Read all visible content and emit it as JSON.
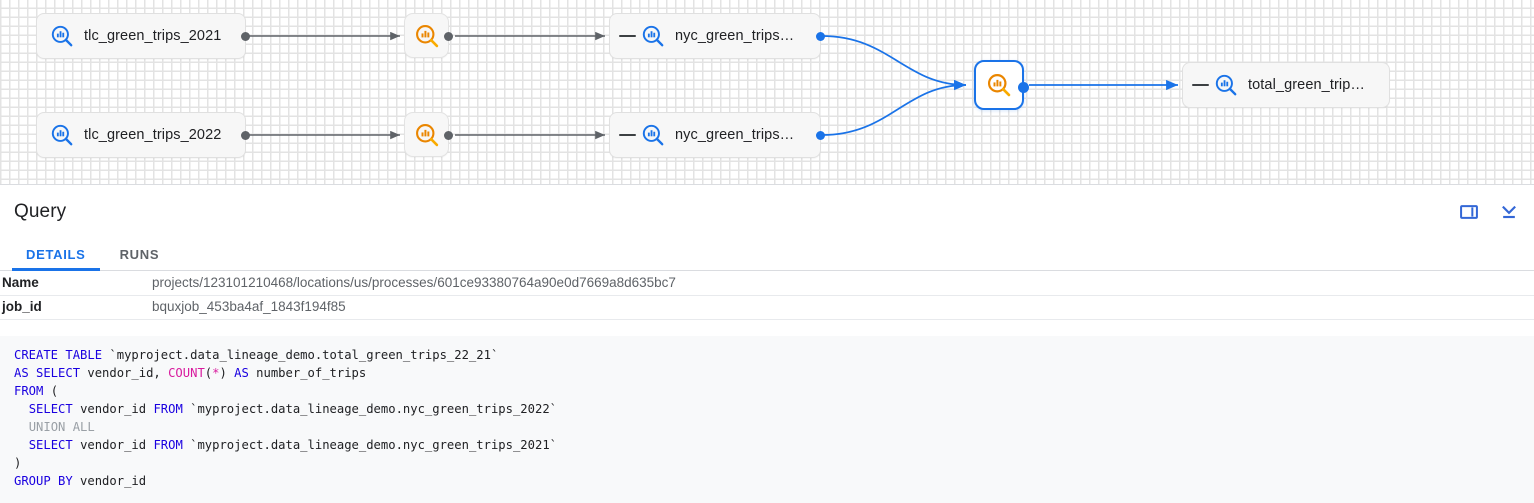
{
  "graph": {
    "nodes": [
      {
        "id": "tlc2021",
        "type": "table",
        "label": "tlc_green_trips_2021",
        "icon": "table-search-icon-blue",
        "collapsible": false
      },
      {
        "id": "tlc2022",
        "type": "table",
        "label": "tlc_green_trips_2022",
        "icon": "table-search-icon-blue",
        "collapsible": false
      },
      {
        "id": "proc1",
        "type": "process",
        "label": "",
        "icon": "process-search-icon-orange",
        "collapsible": false
      },
      {
        "id": "proc2",
        "type": "process",
        "label": "",
        "icon": "process-search-icon-orange",
        "collapsible": false
      },
      {
        "id": "nyc1",
        "type": "table",
        "label": "nyc_green_trips…",
        "icon": "table-search-icon-blue",
        "collapsible": true
      },
      {
        "id": "nyc2",
        "type": "table",
        "label": "nyc_green_trips…",
        "icon": "table-search-icon-blue",
        "collapsible": true
      },
      {
        "id": "procsel",
        "type": "process",
        "label": "",
        "icon": "process-search-icon-orange",
        "collapsible": false,
        "selected": true
      },
      {
        "id": "total",
        "type": "table",
        "label": "total_green_trip…",
        "icon": "table-search-icon-blue",
        "collapsible": true
      }
    ],
    "colors": {
      "edge_gray": "#5f6368",
      "edge_blue": "#1a73e8",
      "icon_blue": "#1a73e8",
      "icon_orange": "#ea8600",
      "selected_border": "#1a73e8"
    }
  },
  "panel": {
    "title": "Query",
    "actions": [
      {
        "name": "side-panel-toggle",
        "icon": "split-panel-icon"
      },
      {
        "name": "collapse-panel",
        "icon": "collapse-down-icon"
      }
    ],
    "tabs": [
      {
        "label": "DETAILS",
        "active": true
      },
      {
        "label": "RUNS",
        "active": false
      }
    ],
    "details": [
      {
        "key": "Name",
        "value": "projects/123101210468/locations/us/processes/601ce93380764a90e0d7669a8d635bc7"
      },
      {
        "key": "job_id",
        "value": "bquxjob_453ba4af_1843f194f85"
      }
    ]
  },
  "code": {
    "language": "sql",
    "lines": [
      [
        {
          "t": "CREATE TABLE ",
          "c": "kw"
        },
        {
          "t": "`myproject.data_lineage_demo.total_green_trips_22_21`",
          "c": "lit"
        }
      ],
      [
        {
          "t": "AS SELECT ",
          "c": "kw"
        },
        {
          "t": "vendor_id, ",
          "c": "lit"
        },
        {
          "t": "COUNT",
          "c": "fn"
        },
        {
          "t": "(",
          "c": "lit"
        },
        {
          "t": "*",
          "c": "fn"
        },
        {
          "t": ") ",
          "c": "lit"
        },
        {
          "t": "AS ",
          "c": "kw"
        },
        {
          "t": "number_of_trips",
          "c": "lit"
        }
      ],
      [
        {
          "t": "FROM ",
          "c": "kw"
        },
        {
          "t": "(",
          "c": "lit"
        }
      ],
      [
        {
          "t": "  ",
          "c": "guide"
        },
        {
          "t": "SELECT ",
          "c": "kw"
        },
        {
          "t": "vendor_id ",
          "c": "lit"
        },
        {
          "t": "FROM ",
          "c": "kw"
        },
        {
          "t": "`myproject.data_lineage_demo.nyc_green_trips_2022`",
          "c": "lit"
        }
      ],
      [
        {
          "t": "  ",
          "c": "guide"
        },
        {
          "t": "UNION ALL",
          "c": "dim"
        }
      ],
      [
        {
          "t": "  ",
          "c": "guide"
        },
        {
          "t": "SELECT ",
          "c": "kw"
        },
        {
          "t": "vendor_id ",
          "c": "lit"
        },
        {
          "t": "FROM ",
          "c": "kw"
        },
        {
          "t": "`myproject.data_lineage_demo.nyc_green_trips_2021`",
          "c": "lit"
        }
      ],
      [
        {
          "t": ")",
          "c": "lit"
        }
      ],
      [
        {
          "t": "GROUP BY ",
          "c": "kw"
        },
        {
          "t": "vendor_id",
          "c": "lit"
        }
      ]
    ]
  }
}
